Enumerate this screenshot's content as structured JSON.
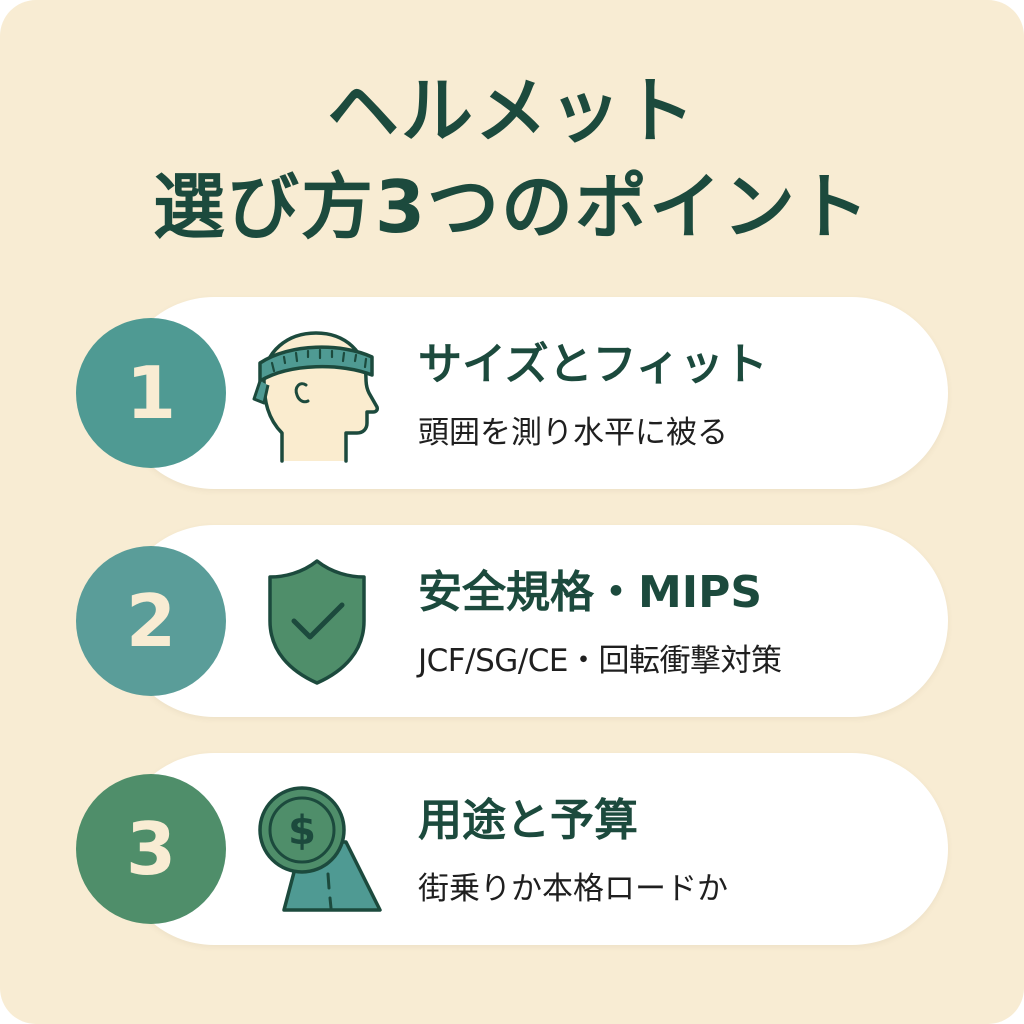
{
  "title": {
    "line1": "ヘルメット",
    "line2": "選び方3つのポイント"
  },
  "points": [
    {
      "number": "1",
      "heading": "サイズとフィット",
      "description": "頭囲を測り水平に被る",
      "icon": "head-measuring-tape-icon",
      "badge_color": "#4f9a93"
    },
    {
      "number": "2",
      "heading": "安全規格・MIPS",
      "description": "JCF/SG/CE・回転衝撃対策",
      "icon": "shield-check-icon",
      "badge_color": "#5a9d99"
    },
    {
      "number": "3",
      "heading": "用途と予算",
      "description": "街乗りか本格ロードか",
      "icon": "dollar-coin-road-icon",
      "badge_color": "#4f8e6a"
    }
  ],
  "colors": {
    "background": "#f8ecd3",
    "text_dark_green": "#1c4a3d",
    "card": "#ffffff",
    "icon_green": "#4f8e6a",
    "icon_teal": "#4f9a93",
    "skin": "#faeccf"
  }
}
